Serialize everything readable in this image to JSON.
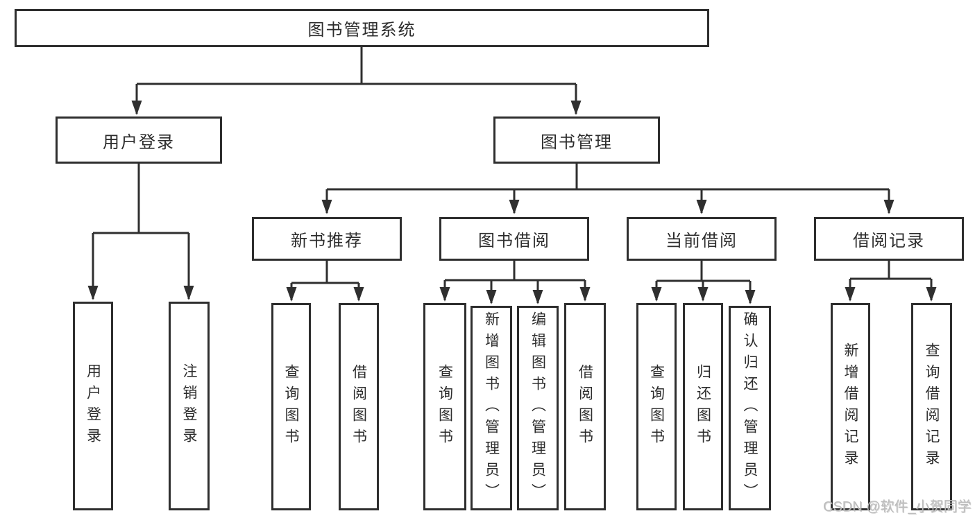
{
  "title": "图书管理系统",
  "branches": [
    {
      "label": "用户登录",
      "children": [
        {
          "label": "用户登录"
        },
        {
          "label": "注销登录"
        }
      ]
    },
    {
      "label": "图书管理",
      "sections": [
        {
          "label": "新书推荐",
          "children": [
            {
              "label": "查询图书"
            },
            {
              "label": "借阅图书"
            }
          ]
        },
        {
          "label": "图书借阅",
          "children": [
            {
              "label": "查询图书"
            },
            {
              "label": "新增图书（管理员）"
            },
            {
              "label": "编辑图书（管理员）"
            },
            {
              "label": "借阅图书"
            }
          ]
        },
        {
          "label": "当前借阅",
          "children": [
            {
              "label": "查询图书"
            },
            {
              "label": "归还图书"
            },
            {
              "label": "确认归还（管理员）"
            }
          ]
        },
        {
          "label": "借阅记录",
          "children": [
            {
              "label": "新增借阅记录"
            },
            {
              "label": "查询借阅记录"
            }
          ]
        }
      ]
    }
  ],
  "watermark": "CSDN @软件_小贺同学",
  "colors": {
    "line": "#2f2f2f",
    "border": "#2e2e2e",
    "text": "#2c2c2c",
    "watermark": "#bdbdbd",
    "background": "#ffffff"
  }
}
